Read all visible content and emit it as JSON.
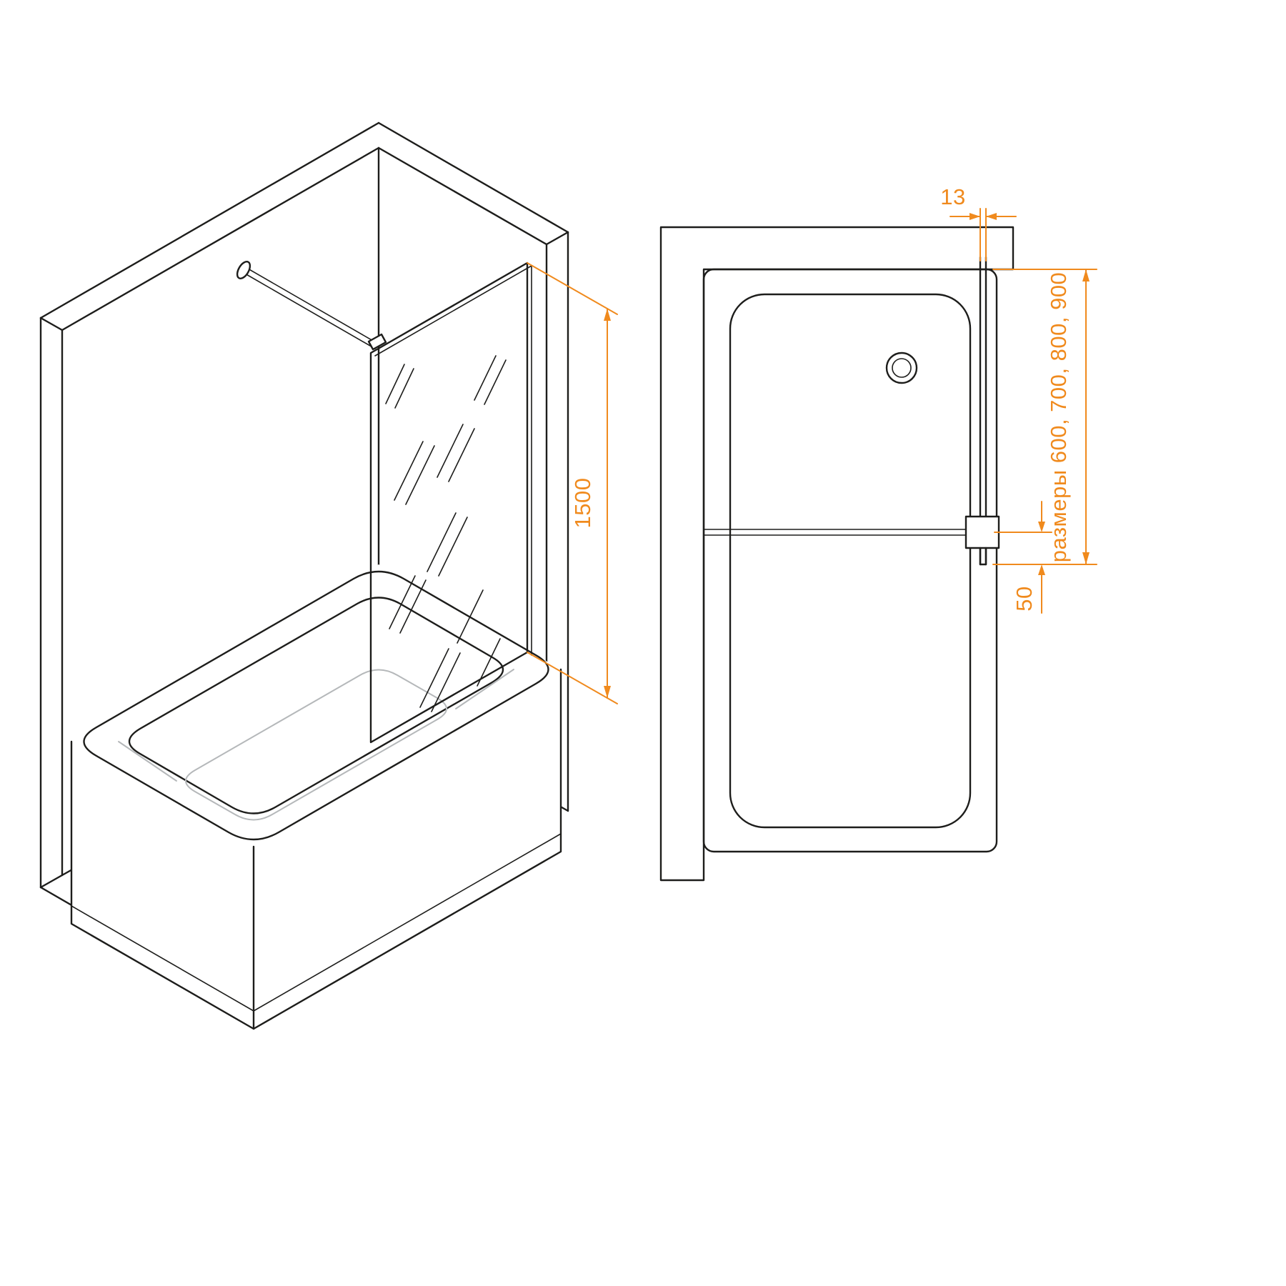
{
  "drawing": {
    "kind": "bath-screen-technical-drawing",
    "views": {
      "iso": "isometric view of bathtub with fixed glass screen and wall support bar",
      "plan": "top view of bathtub with glass screen against wall"
    }
  },
  "colors": {
    "line": "#1d1d1b",
    "light_line": "#b5b8ba",
    "accent": "#f08a1d",
    "background": "#ffffff"
  },
  "labels": {
    "glass_height": "1500",
    "glass_thickness": "13",
    "bar_to_edge": "50",
    "width_options": "размеры 600, 700, 800, 900"
  }
}
